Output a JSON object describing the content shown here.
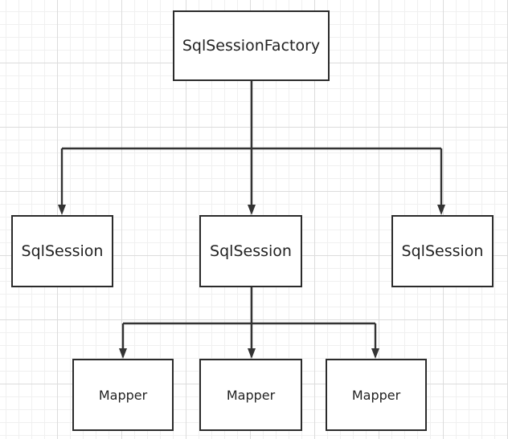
{
  "diagram": {
    "factory": "SqlSessionFactory",
    "sessions": [
      "SqlSession",
      "SqlSession",
      "SqlSession"
    ],
    "mappers": [
      "Mapper",
      "Mapper",
      "Mapper"
    ]
  }
}
